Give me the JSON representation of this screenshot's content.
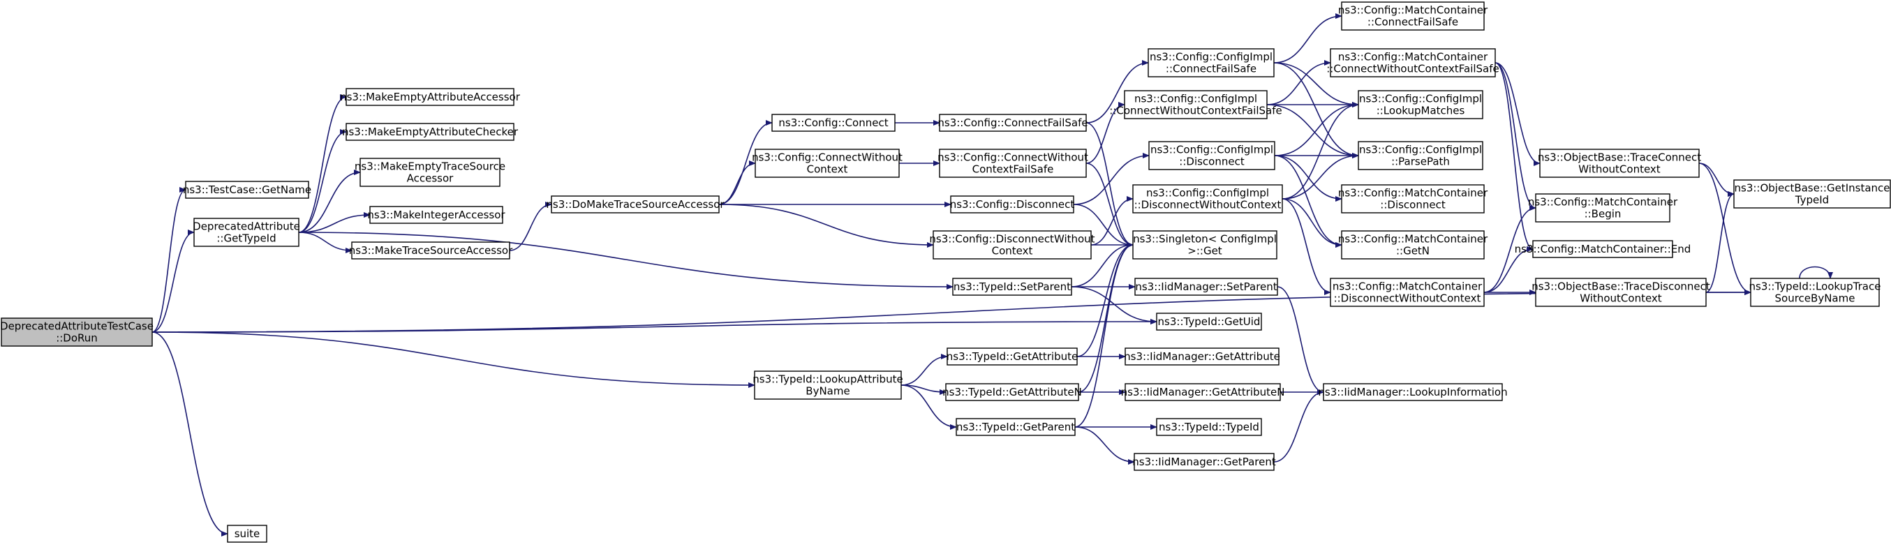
{
  "colors": {
    "edge": "#191970",
    "node_fill": "#ffffff",
    "root_fill": "#bfbfbf",
    "border": "#000000"
  },
  "nodes": {
    "doRun": [
      "DeprecatedAttributeTestCase",
      "::DoRun"
    ],
    "getName": [
      "ns3::TestCase::GetName"
    ],
    "getTypeId": [
      "DeprecatedAttribute",
      "::GetTypeId"
    ],
    "suite": [
      "suite"
    ],
    "makeEmptyAttrAccessor": [
      "ns3::MakeEmptyAttributeAccessor"
    ],
    "makeEmptyAttrChecker": [
      "ns3::MakeEmptyAttributeChecker"
    ],
    "makeEmptyTraceSourceAccessor": [
      "ns3::MakeEmptyTraceSource",
      "Accessor"
    ],
    "makeIntegerAccessor": [
      "ns3::MakeIntegerAccessor"
    ],
    "makeTraceSourceAccessor": [
      "ns3::MakeTraceSourceAccessor"
    ],
    "doMakeTraceSourceAccessor": [
      "ns3::DoMakeTraceSourceAccessor"
    ],
    "configConnect": [
      "ns3::Config::Connect"
    ],
    "configConnectWithoutContext": [
      "ns3::Config::ConnectWithout",
      "Context"
    ],
    "configDisconnect": [
      "ns3::Config::Disconnect"
    ],
    "configDisconnectWithoutContext": [
      "ns3::Config::DisconnectWithout",
      "Context"
    ],
    "configConnectFailSafe": [
      "ns3::Config::ConnectFailSafe"
    ],
    "configConnectWithoutContextFailSafe": [
      "ns3::Config::ConnectWithout",
      "ContextFailSafe"
    ],
    "typeIdSetParent": [
      "ns3::TypeId::SetParent"
    ],
    "typeIdLookupAttributeByName": [
      "ns3::TypeId::LookupAttribute",
      "ByName"
    ],
    "typeIdGetAttribute": [
      "ns3::TypeId::GetAttribute"
    ],
    "typeIdGetAttributeN": [
      "ns3::TypeId::GetAttributeN"
    ],
    "typeIdGetParent": [
      "ns3::TypeId::GetParent"
    ],
    "implConnectFailSafe": [
      "ns3::Config::ConfigImpl",
      "::ConnectFailSafe"
    ],
    "implConnectWithoutContextFailSafe": [
      "ns3::Config::ConfigImpl",
      "::ConnectWithoutContextFailSafe"
    ],
    "implDisconnect": [
      "ns3::Config::ConfigImpl",
      "::Disconnect"
    ],
    "implDisconnectWithoutContext": [
      "ns3::Config::ConfigImpl",
      "::DisconnectWithoutContext"
    ],
    "singletonGet": [
      "ns3::Singleton< ConfigImpl",
      ">::Get"
    ],
    "iidSetParent": [
      "ns3::IidManager::SetParent"
    ],
    "typeIdGetUid": [
      "ns3::TypeId::GetUid"
    ],
    "iidGetAttribute": [
      "ns3::IidManager::GetAttribute"
    ],
    "iidGetAttributeN": [
      "ns3::IidManager::GetAttributeN"
    ],
    "typeIdTypeId": [
      "ns3::TypeId::TypeId"
    ],
    "iidGetParent": [
      "ns3::IidManager::GetParent"
    ],
    "mcConnectFailSafe": [
      "ns3::Config::MatchContainer",
      "::ConnectFailSafe"
    ],
    "mcConnectWithoutContextFailSafe": [
      "ns3::Config::MatchContainer",
      "::ConnectWithoutContextFailSafe"
    ],
    "implLookupMatches": [
      "ns3::Config::ConfigImpl",
      "::LookupMatches"
    ],
    "implParsePath": [
      "ns3::Config::ConfigImpl",
      "::ParsePath"
    ],
    "mcDisconnect": [
      "ns3::Config::MatchContainer",
      "::Disconnect"
    ],
    "mcGetN": [
      "ns3::Config::MatchContainer",
      "::GetN"
    ],
    "mcDisconnectWithoutContext": [
      "ns3::Config::MatchContainer",
      "::DisconnectWithoutContext"
    ],
    "iidLookupInformation": [
      "ns3::IidManager::LookupInformation"
    ],
    "mcBegin": [
      "ns3::Config::MatchContainer",
      "::Begin"
    ],
    "mcEnd": [
      "ns3::Config::MatchContainer::End"
    ],
    "obTraceConnectWithoutContext": [
      "ns3::ObjectBase::TraceConnect",
      "WithoutContext"
    ],
    "obTraceDisconnectWithoutContext": [
      "ns3::ObjectBase::TraceDisconnect",
      "WithoutContext"
    ],
    "obGetInstanceTypeId": [
      "ns3::ObjectBase::GetInstance",
      "TypeId"
    ],
    "typeIdLookupTraceSourceByName": [
      "ns3::TypeId::LookupTrace",
      "SourceByName"
    ]
  },
  "edges": [
    [
      "doRun",
      "getName"
    ],
    [
      "doRun",
      "getTypeId"
    ],
    [
      "doRun",
      "suite"
    ],
    [
      "doRun",
      "typeIdGetUid"
    ],
    [
      "doRun",
      "typeIdLookupAttributeByName"
    ],
    [
      "doRun",
      "typeIdLookupTraceSourceByName"
    ],
    [
      "getTypeId",
      "makeEmptyAttrAccessor"
    ],
    [
      "getTypeId",
      "makeEmptyAttrChecker"
    ],
    [
      "getTypeId",
      "makeEmptyTraceSourceAccessor"
    ],
    [
      "getTypeId",
      "makeIntegerAccessor"
    ],
    [
      "getTypeId",
      "makeTraceSourceAccessor"
    ],
    [
      "getTypeId",
      "typeIdSetParent"
    ],
    [
      "makeTraceSourceAccessor",
      "doMakeTraceSourceAccessor"
    ],
    [
      "doMakeTraceSourceAccessor",
      "configConnect"
    ],
    [
      "doMakeTraceSourceAccessor",
      "configConnectWithoutContext"
    ],
    [
      "doMakeTraceSourceAccessor",
      "configDisconnect"
    ],
    [
      "doMakeTraceSourceAccessor",
      "configDisconnectWithoutContext"
    ],
    [
      "configConnect",
      "configConnectFailSafe"
    ],
    [
      "configConnectWithoutContext",
      "configConnectWithoutContextFailSafe"
    ],
    [
      "configConnectFailSafe",
      "implConnectFailSafe"
    ],
    [
      "configConnectFailSafe",
      "singletonGet"
    ],
    [
      "configConnectWithoutContextFailSafe",
      "implConnectWithoutContextFailSafe"
    ],
    [
      "configConnectWithoutContextFailSafe",
      "singletonGet"
    ],
    [
      "configDisconnect",
      "implDisconnect"
    ],
    [
      "configDisconnect",
      "singletonGet"
    ],
    [
      "configDisconnectWithoutContext",
      "implDisconnectWithoutContext"
    ],
    [
      "configDisconnectWithoutContext",
      "singletonGet"
    ],
    [
      "typeIdSetParent",
      "iidSetParent"
    ],
    [
      "typeIdSetParent",
      "singletonGet"
    ],
    [
      "typeIdSetParent",
      "typeIdGetUid"
    ],
    [
      "typeIdLookupAttributeByName",
      "typeIdGetAttribute"
    ],
    [
      "typeIdLookupAttributeByName",
      "typeIdGetAttributeN"
    ],
    [
      "typeIdLookupAttributeByName",
      "typeIdGetParent"
    ],
    [
      "typeIdGetAttribute",
      "iidGetAttribute"
    ],
    [
      "typeIdGetAttribute",
      "singletonGet"
    ],
    [
      "typeIdGetAttributeN",
      "iidGetAttributeN"
    ],
    [
      "typeIdGetAttributeN",
      "singletonGet"
    ],
    [
      "typeIdGetParent",
      "typeIdTypeId"
    ],
    [
      "typeIdGetParent",
      "iidGetParent"
    ],
    [
      "typeIdGetParent",
      "singletonGet"
    ],
    [
      "iidSetParent",
      "iidLookupInformation"
    ],
    [
      "iidGetAttributeN",
      "iidLookupInformation"
    ],
    [
      "iidGetParent",
      "iidLookupInformation"
    ],
    [
      "implConnectFailSafe",
      "mcConnectFailSafe"
    ],
    [
      "implConnectFailSafe",
      "implLookupMatches"
    ],
    [
      "implConnectFailSafe",
      "implParsePath"
    ],
    [
      "implConnectWithoutContextFailSafe",
      "mcConnectWithoutContextFailSafe"
    ],
    [
      "implConnectWithoutContextFailSafe",
      "implLookupMatches"
    ],
    [
      "implConnectWithoutContextFailSafe",
      "implParsePath"
    ],
    [
      "implDisconnect",
      "mcDisconnect"
    ],
    [
      "implDisconnect",
      "implLookupMatches"
    ],
    [
      "implDisconnect",
      "implParsePath"
    ],
    [
      "implDisconnect",
      "mcGetN"
    ],
    [
      "implDisconnectWithoutContext",
      "mcDisconnectWithoutContext"
    ],
    [
      "implDisconnectWithoutContext",
      "implLookupMatches"
    ],
    [
      "implDisconnectWithoutContext",
      "implParsePath"
    ],
    [
      "implDisconnectWithoutContext",
      "mcGetN"
    ],
    [
      "mcConnectWithoutContextFailSafe",
      "obTraceConnectWithoutContext"
    ],
    [
      "mcConnectWithoutContextFailSafe",
      "mcBegin"
    ],
    [
      "mcConnectWithoutContextFailSafe",
      "mcEnd"
    ],
    [
      "mcDisconnectWithoutContext",
      "mcBegin"
    ],
    [
      "mcDisconnectWithoutContext",
      "mcEnd"
    ],
    [
      "mcDisconnectWithoutContext",
      "obTraceDisconnectWithoutContext"
    ],
    [
      "obTraceConnectWithoutContext",
      "obGetInstanceTypeId"
    ],
    [
      "obTraceConnectWithoutContext",
      "typeIdLookupTraceSourceByName"
    ],
    [
      "obTraceDisconnectWithoutContext",
      "obGetInstanceTypeId"
    ],
    [
      "obTraceDisconnectWithoutContext",
      "typeIdLookupTraceSourceByName"
    ],
    [
      "typeIdLookupTraceSourceByName",
      "typeIdLookupTraceSourceByName"
    ]
  ]
}
